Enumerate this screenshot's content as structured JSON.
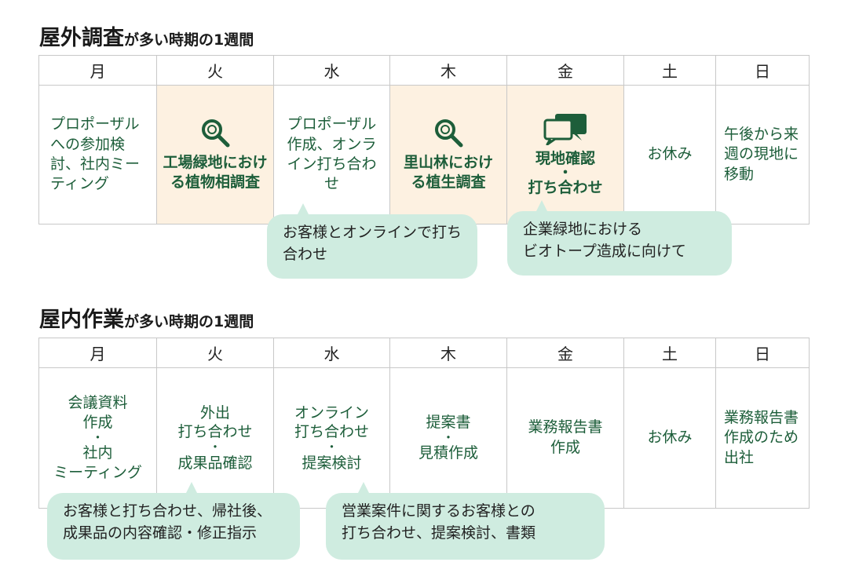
{
  "outdoor": {
    "title_main": "屋外調査",
    "title_sub": "が多い時期の1週間",
    "days": [
      "月",
      "火",
      "水",
      "木",
      "金",
      "土",
      "日"
    ],
    "cells": {
      "mon": "プロポーザルへの参加検討、社内ミーティング",
      "tue": "工場緑地における植物相調査",
      "wed": "プロポーザル作成、オンライン打ち合わせ",
      "thu": "里山林における植生調査",
      "fri_1": "現地確認",
      "fri_dot": "・",
      "fri_2": "打ち合わせ",
      "sat": "お休み",
      "sun": "午後から来週の現地に移動"
    },
    "bubble1": "お客様とオンラインで打ち合わせ",
    "bubble2_line1": "企業緑地における",
    "bubble2_line2": "ビオトープ造成に向けて"
  },
  "indoor": {
    "title_main": "屋内作業",
    "title_sub": "が多い時期の1週間",
    "days": [
      "月",
      "火",
      "水",
      "木",
      "金",
      "土",
      "日"
    ],
    "cells": {
      "mon_1": "会議資料",
      "mon_2": "作成",
      "mon_dot": "・",
      "mon_3": "社内",
      "mon_4": "ミーティング",
      "tue_1": "外出",
      "tue_2": "打ち合わせ",
      "tue_dot": "・",
      "tue_3": "成果品確認",
      "wed_1": "オンライン",
      "wed_2": "打ち合わせ",
      "wed_dot": "・",
      "wed_3": "提案検討",
      "thu_1": "提案書",
      "thu_dot": "・",
      "thu_2": "見積作成",
      "fri_1": "業務報告書",
      "fri_2": "作成",
      "sat": "お休み",
      "sun": "業務報告書作成のため出社"
    },
    "bubble1_line1": "お客様と打ち合わせ、帰社後、",
    "bubble1_line2": "成果品の内容確認・修正指示",
    "bubble2_line1": "営業案件に関するお客様との",
    "bubble2_line2": "打ち合わせ、提案検討、書類"
  },
  "colors": {
    "accent_green": "#1d5e3a",
    "highlight": "#fdf1e1",
    "bubble": "#cfece0"
  },
  "icons": [
    "magnifier-icon",
    "magnifier-icon",
    "chat-bubbles-icon"
  ]
}
